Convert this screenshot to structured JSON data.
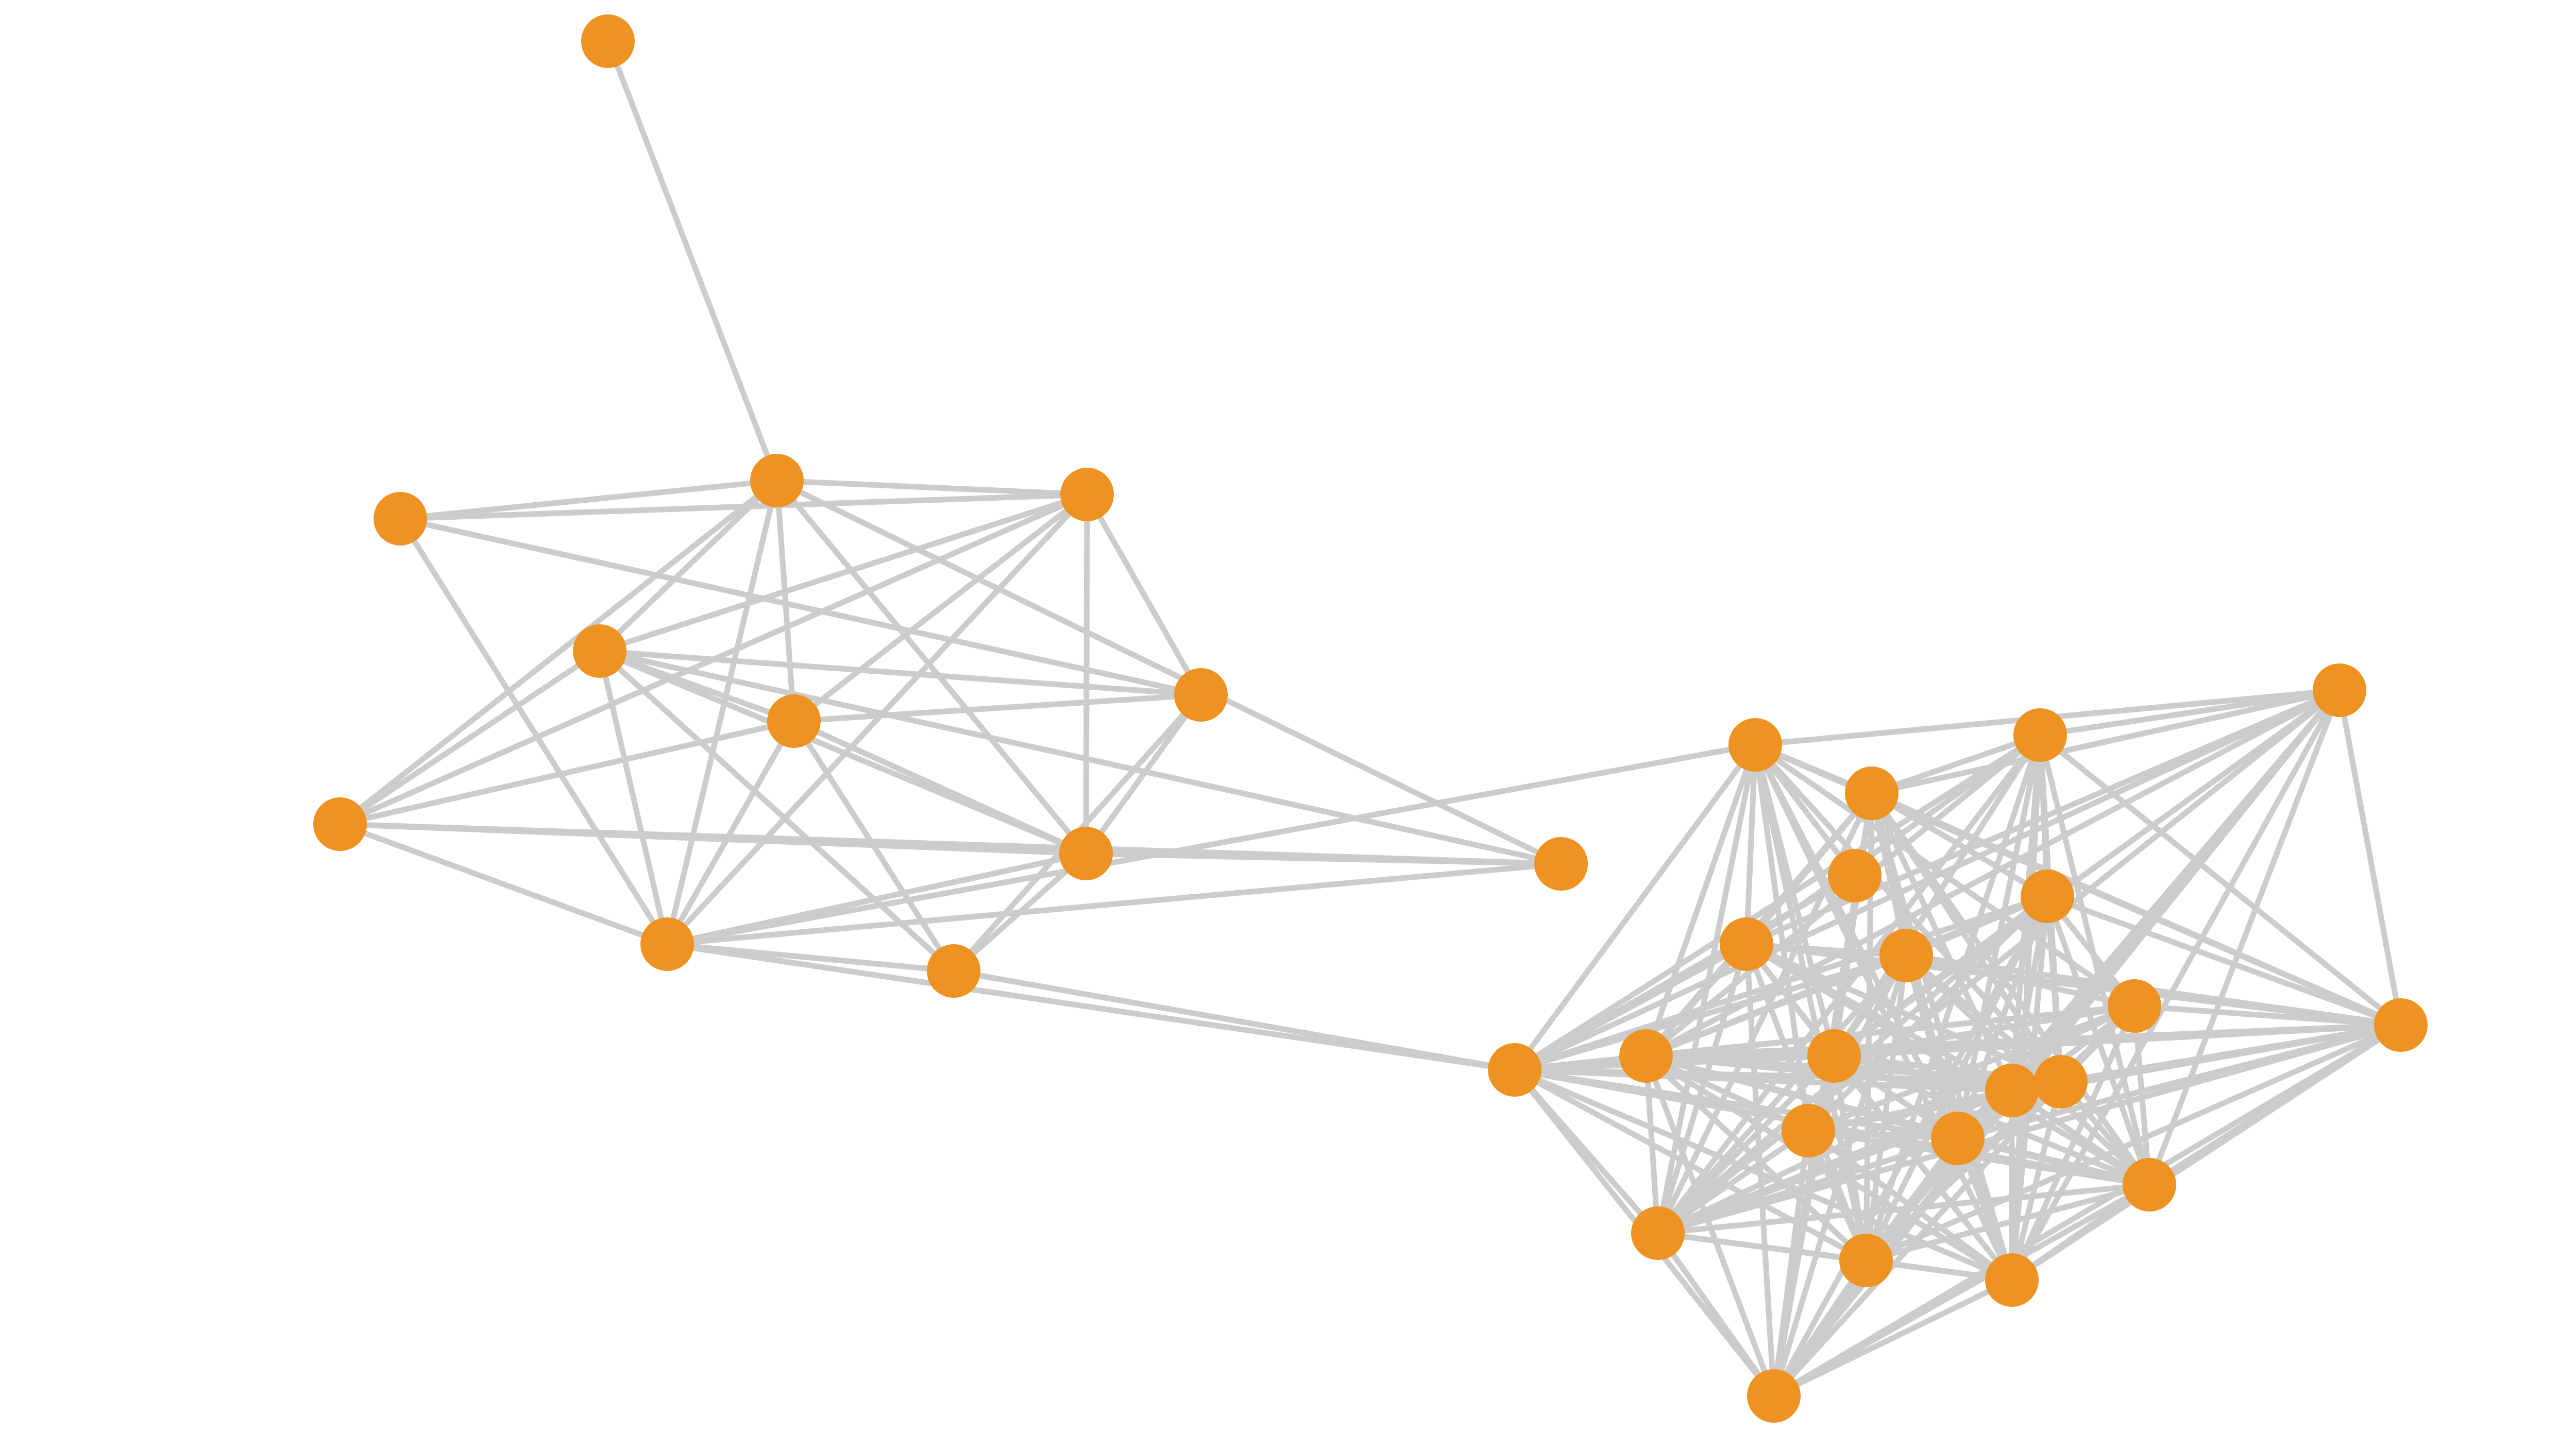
{
  "graph": {
    "type": "network",
    "colors": {
      "node_fill": "#EE9322",
      "edge_stroke": "#CCCCCC",
      "background": "#FFFFFF"
    },
    "node_count": 34,
    "nodes": [
      "n0",
      "n1",
      "n2",
      "n3",
      "n4",
      "n5",
      "n6",
      "n7",
      "n8",
      "n9",
      "n10",
      "n11",
      "n12",
      "n13",
      "n14",
      "n15",
      "n16",
      "n17",
      "n18",
      "n19",
      "n20",
      "n21",
      "n22",
      "n23",
      "n24",
      "n25",
      "n26",
      "n27",
      "n28",
      "n29",
      "n30",
      "n31",
      "n32",
      "n33"
    ],
    "edges": [
      [
        "n0",
        "n1"
      ],
      [
        "n1",
        "n2"
      ],
      [
        "n1",
        "n3"
      ],
      [
        "n1",
        "n4"
      ],
      [
        "n1",
        "n5"
      ],
      [
        "n1",
        "n6"
      ],
      [
        "n1",
        "n8"
      ],
      [
        "n1",
        "n9"
      ],
      [
        "n1",
        "n11"
      ],
      [
        "n2",
        "n4"
      ],
      [
        "n2",
        "n7"
      ],
      [
        "n2",
        "n9"
      ],
      [
        "n3",
        "n4"
      ],
      [
        "n3",
        "n5"
      ],
      [
        "n3",
        "n7"
      ],
      [
        "n3",
        "n8"
      ],
      [
        "n3",
        "n9"
      ],
      [
        "n3",
        "n6"
      ],
      [
        "n3",
        "n10"
      ],
      [
        "n3",
        "n11"
      ],
      [
        "n4",
        "n5"
      ],
      [
        "n4",
        "n7"
      ],
      [
        "n4",
        "n8"
      ],
      [
        "n4",
        "n6"
      ],
      [
        "n4",
        "n9"
      ],
      [
        "n5",
        "n6"
      ],
      [
        "n5",
        "n7"
      ],
      [
        "n5",
        "n8"
      ],
      [
        "n5",
        "n10"
      ],
      [
        "n5",
        "n9"
      ],
      [
        "n6",
        "n8"
      ],
      [
        "n6",
        "n9"
      ],
      [
        "n6",
        "n11"
      ],
      [
        "n7",
        "n8"
      ],
      [
        "n7",
        "n10"
      ],
      [
        "n8",
        "n9"
      ],
      [
        "n8",
        "n10"
      ],
      [
        "n8",
        "n11"
      ],
      [
        "n9",
        "n10"
      ],
      [
        "n9",
        "n12"
      ],
      [
        "n9",
        "n13"
      ],
      [
        "n9",
        "n11"
      ],
      [
        "n10",
        "n12"
      ],
      [
        "n12",
        "n13"
      ],
      [
        "n12",
        "n14"
      ],
      [
        "n12",
        "n16"
      ],
      [
        "n12",
        "n17"
      ],
      [
        "n12",
        "n18"
      ],
      [
        "n12",
        "n19"
      ],
      [
        "n12",
        "n20"
      ],
      [
        "n12",
        "n21"
      ],
      [
        "n12",
        "n22"
      ],
      [
        "n12",
        "n24"
      ],
      [
        "n12",
        "n25"
      ],
      [
        "n12",
        "n26"
      ],
      [
        "n12",
        "n27"
      ],
      [
        "n12",
        "n28"
      ],
      [
        "n12",
        "n29"
      ],
      [
        "n12",
        "n30"
      ],
      [
        "n12",
        "n31"
      ],
      [
        "n12",
        "n32"
      ],
      [
        "n12",
        "n33"
      ],
      [
        "n13",
        "n15"
      ],
      [
        "n13",
        "n17"
      ],
      [
        "n13",
        "n19"
      ],
      [
        "n13",
        "n20"
      ],
      [
        "n13",
        "n21"
      ],
      [
        "n13",
        "n23"
      ],
      [
        "n13",
        "n24"
      ],
      [
        "n13",
        "n26"
      ],
      [
        "n13",
        "n27"
      ],
      [
        "n13",
        "n28"
      ],
      [
        "n13",
        "n30"
      ],
      [
        "n13",
        "n31"
      ],
      [
        "n13",
        "n32"
      ],
      [
        "n13",
        "n33"
      ],
      [
        "n14",
        "n15"
      ],
      [
        "n14",
        "n16"
      ],
      [
        "n14",
        "n17"
      ],
      [
        "n14",
        "n19"
      ],
      [
        "n14",
        "n20"
      ],
      [
        "n14",
        "n22"
      ],
      [
        "n14",
        "n24"
      ],
      [
        "n14",
        "n25"
      ],
      [
        "n14",
        "n26"
      ],
      [
        "n14",
        "n27"
      ],
      [
        "n14",
        "n28"
      ],
      [
        "n14",
        "n30"
      ],
      [
        "n14",
        "n31"
      ],
      [
        "n14",
        "n32"
      ],
      [
        "n15",
        "n16"
      ],
      [
        "n15",
        "n17"
      ],
      [
        "n15",
        "n18"
      ],
      [
        "n15",
        "n19"
      ],
      [
        "n15",
        "n20"
      ],
      [
        "n15",
        "n22"
      ],
      [
        "n15",
        "n24"
      ],
      [
        "n15",
        "n25"
      ],
      [
        "n15",
        "n26"
      ],
      [
        "n15",
        "n27"
      ],
      [
        "n15",
        "n28"
      ],
      [
        "n15",
        "n29"
      ],
      [
        "n15",
        "n30"
      ],
      [
        "n15",
        "n31"
      ],
      [
        "n15",
        "n32"
      ],
      [
        "n16",
        "n18"
      ],
      [
        "n16",
        "n20"
      ],
      [
        "n16",
        "n21"
      ],
      [
        "n16",
        "n22"
      ],
      [
        "n16",
        "n23"
      ],
      [
        "n16",
        "n24"
      ],
      [
        "n16",
        "n25"
      ],
      [
        "n16",
        "n26"
      ],
      [
        "n16",
        "n27"
      ],
      [
        "n16",
        "n28"
      ],
      [
        "n16",
        "n29"
      ],
      [
        "n16",
        "n30"
      ],
      [
        "n16",
        "n31"
      ],
      [
        "n16",
        "n32"
      ],
      [
        "n17",
        "n18"
      ],
      [
        "n17",
        "n19"
      ],
      [
        "n17",
        "n20"
      ],
      [
        "n17",
        "n22"
      ],
      [
        "n17",
        "n24"
      ],
      [
        "n17",
        "n25"
      ],
      [
        "n17",
        "n26"
      ],
      [
        "n17",
        "n27"
      ],
      [
        "n17",
        "n28"
      ],
      [
        "n17",
        "n29"
      ],
      [
        "n17",
        "n31"
      ],
      [
        "n17",
        "n32"
      ],
      [
        "n18",
        "n20"
      ],
      [
        "n18",
        "n21"
      ],
      [
        "n18",
        "n23"
      ],
      [
        "n18",
        "n24"
      ],
      [
        "n18",
        "n25"
      ],
      [
        "n18",
        "n26"
      ],
      [
        "n18",
        "n27"
      ],
      [
        "n18",
        "n28"
      ],
      [
        "n18",
        "n29"
      ],
      [
        "n18",
        "n30"
      ],
      [
        "n18",
        "n31"
      ],
      [
        "n18",
        "n32"
      ],
      [
        "n19",
        "n20"
      ],
      [
        "n19",
        "n22"
      ],
      [
        "n19",
        "n24"
      ],
      [
        "n19",
        "n25"
      ],
      [
        "n19",
        "n26"
      ],
      [
        "n19",
        "n27"
      ],
      [
        "n19",
        "n28"
      ],
      [
        "n19",
        "n29"
      ],
      [
        "n19",
        "n30"
      ],
      [
        "n19",
        "n32"
      ],
      [
        "n20",
        "n21"
      ],
      [
        "n20",
        "n22"
      ],
      [
        "n20",
        "n23"
      ],
      [
        "n20",
        "n24"
      ],
      [
        "n20",
        "n25"
      ],
      [
        "n20",
        "n26"
      ],
      [
        "n20",
        "n27"
      ],
      [
        "n20",
        "n28"
      ],
      [
        "n20",
        "n29"
      ],
      [
        "n20",
        "n30"
      ],
      [
        "n20",
        "n31"
      ],
      [
        "n20",
        "n32"
      ],
      [
        "n21",
        "n23"
      ],
      [
        "n21",
        "n24"
      ],
      [
        "n21",
        "n25"
      ],
      [
        "n21",
        "n26"
      ],
      [
        "n21",
        "n27"
      ],
      [
        "n21",
        "n28"
      ],
      [
        "n21",
        "n30"
      ],
      [
        "n21",
        "n31"
      ],
      [
        "n21",
        "n32"
      ],
      [
        "n22",
        "n23"
      ],
      [
        "n22",
        "n24"
      ],
      [
        "n22",
        "n25"
      ],
      [
        "n22",
        "n26"
      ],
      [
        "n22",
        "n27"
      ],
      [
        "n22",
        "n28"
      ],
      [
        "n22",
        "n29"
      ],
      [
        "n22",
        "n30"
      ],
      [
        "n22",
        "n31"
      ],
      [
        "n22",
        "n32"
      ],
      [
        "n23",
        "n24"
      ],
      [
        "n23",
        "n25"
      ],
      [
        "n23",
        "n26"
      ],
      [
        "n23",
        "n27"
      ],
      [
        "n23",
        "n28"
      ],
      [
        "n23",
        "n29"
      ],
      [
        "n23",
        "n30"
      ],
      [
        "n23",
        "n31"
      ],
      [
        "n23",
        "n32"
      ],
      [
        "n24",
        "n25"
      ],
      [
        "n24",
        "n26"
      ],
      [
        "n24",
        "n27"
      ],
      [
        "n24",
        "n28"
      ],
      [
        "n24",
        "n29"
      ],
      [
        "n24",
        "n30"
      ],
      [
        "n24",
        "n31"
      ],
      [
        "n24",
        "n32"
      ],
      [
        "n25",
        "n26"
      ],
      [
        "n25",
        "n27"
      ],
      [
        "n25",
        "n28"
      ],
      [
        "n25",
        "n29"
      ],
      [
        "n25",
        "n30"
      ],
      [
        "n25",
        "n31"
      ],
      [
        "n25",
        "n32"
      ],
      [
        "n26",
        "n27"
      ],
      [
        "n26",
        "n28"
      ],
      [
        "n26",
        "n29"
      ],
      [
        "n26",
        "n30"
      ],
      [
        "n26",
        "n31"
      ],
      [
        "n26",
        "n32"
      ],
      [
        "n27",
        "n28"
      ],
      [
        "n27",
        "n29"
      ],
      [
        "n27",
        "n30"
      ],
      [
        "n27",
        "n31"
      ],
      [
        "n27",
        "n32"
      ],
      [
        "n28",
        "n29"
      ],
      [
        "n28",
        "n30"
      ],
      [
        "n28",
        "n31"
      ],
      [
        "n28",
        "n32"
      ],
      [
        "n29",
        "n30"
      ],
      [
        "n29",
        "n31"
      ],
      [
        "n29",
        "n32"
      ],
      [
        "n30",
        "n31"
      ],
      [
        "n30",
        "n32"
      ],
      [
        "n31",
        "n32"
      ]
    ]
  }
}
